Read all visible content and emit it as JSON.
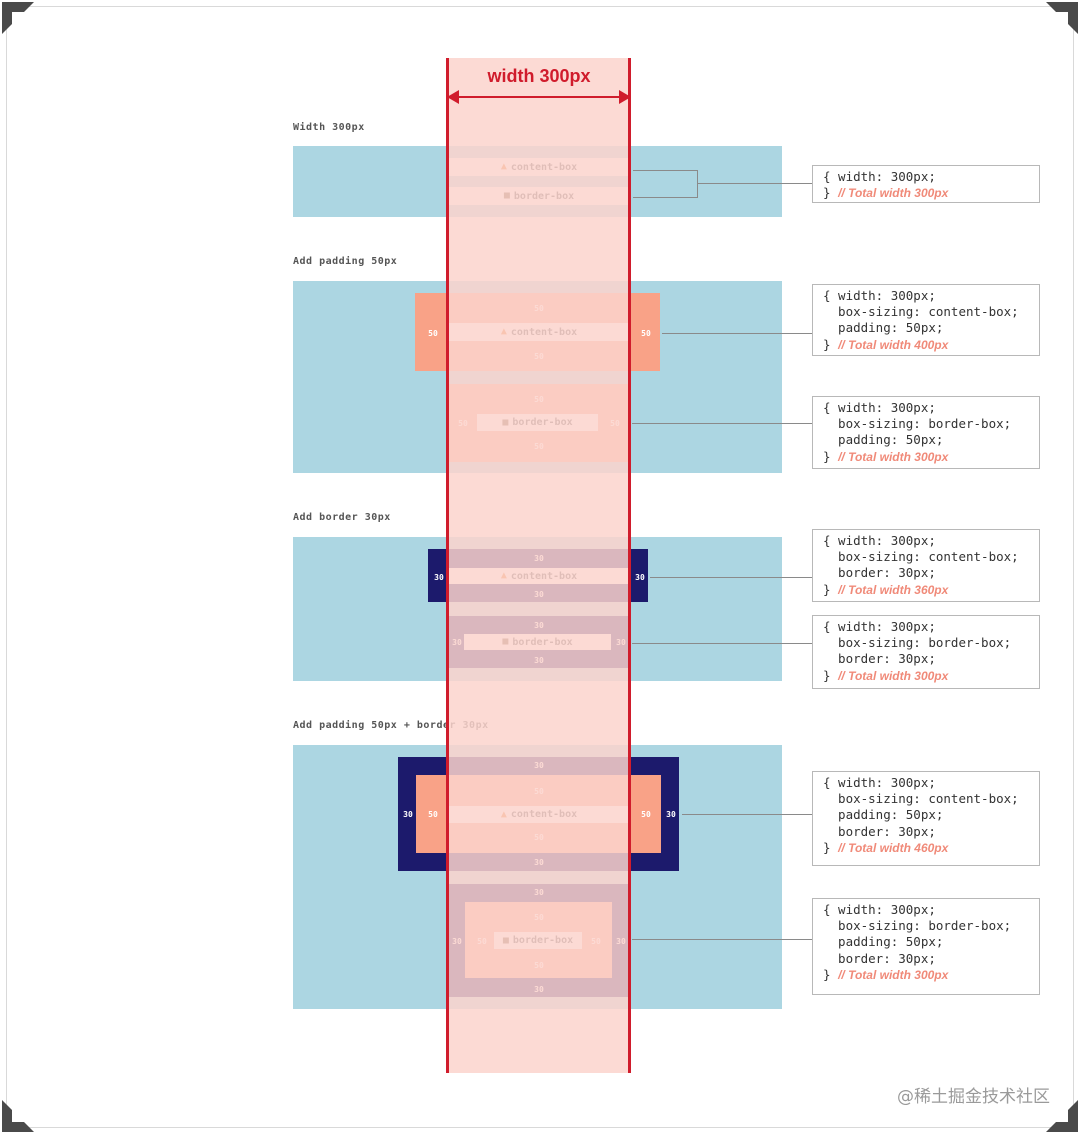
{
  "header": {
    "width_label": "width 300px"
  },
  "sections": [
    {
      "title": "Width 300px"
    },
    {
      "title": "Add padding 50px"
    },
    {
      "title": "Add border 30px"
    },
    {
      "title": "Add padding 50px + border 30px"
    }
  ],
  "boxes": {
    "content_box_label": "content-box",
    "border_box_label": "border-box",
    "padding_value": "50",
    "border_value": "30"
  },
  "code": [
    {
      "lines": [
        "{ width: 300px;"
      ],
      "comment": "// Total width 300px"
    },
    {
      "lines": [
        "{ width: 300px;",
        "  box-sizing: content-box;",
        "  padding: 50px;"
      ],
      "comment": "// Total width 400px"
    },
    {
      "lines": [
        "{ width: 300px;",
        "  box-sizing: border-box;",
        "  padding: 50px;"
      ],
      "comment": "// Total width 300px"
    },
    {
      "lines": [
        "{ width: 300px;",
        "  box-sizing: content-box;",
        "  border: 30px;"
      ],
      "comment": "// Total width 360px"
    },
    {
      "lines": [
        "{ width: 300px;",
        "  box-sizing: border-box;",
        "  border: 30px;"
      ],
      "comment": "// Total width 300px"
    },
    {
      "lines": [
        "{ width: 300px;",
        "  box-sizing: content-box;",
        "  padding: 50px;",
        "  border: 30px;"
      ],
      "comment": "// Total width 460px"
    },
    {
      "lines": [
        "{ width: 300px;",
        "  box-sizing: border-box;",
        "  padding: 50px;",
        "  border: 30px;"
      ],
      "comment": "// Total width 300px"
    }
  ],
  "watermark": "@稀土掘金技术社区",
  "colors": {
    "row_bg": "#acd6e2",
    "padding": "#f9a287",
    "border": "#1c1a6c",
    "guide": "#d01c2c",
    "band": "#fbd4cc",
    "comment": "#f08a79"
  },
  "icons": {
    "content_box": "fox-icon",
    "border_box": "bear-icon"
  }
}
